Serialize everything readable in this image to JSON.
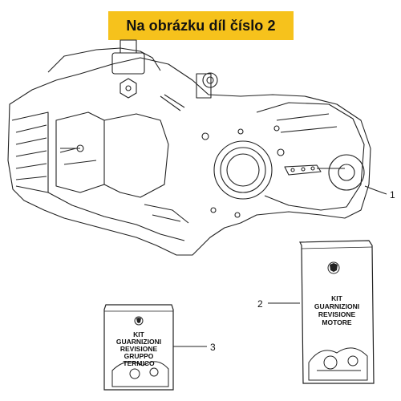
{
  "banner": {
    "title": "Na obrázku díl číslo 2",
    "color": "#f6c21c"
  },
  "callouts": [
    "1",
    "2",
    "3"
  ],
  "kit_large": {
    "lines": [
      "KIT",
      "GUARNIZIONI",
      "REVISIONE",
      "MOTORE"
    ]
  },
  "kit_small": {
    "lines": [
      "KIT",
      "GUARNIZIONI",
      "REVISIONE",
      "GRUPPO",
      "TERMICO"
    ]
  }
}
